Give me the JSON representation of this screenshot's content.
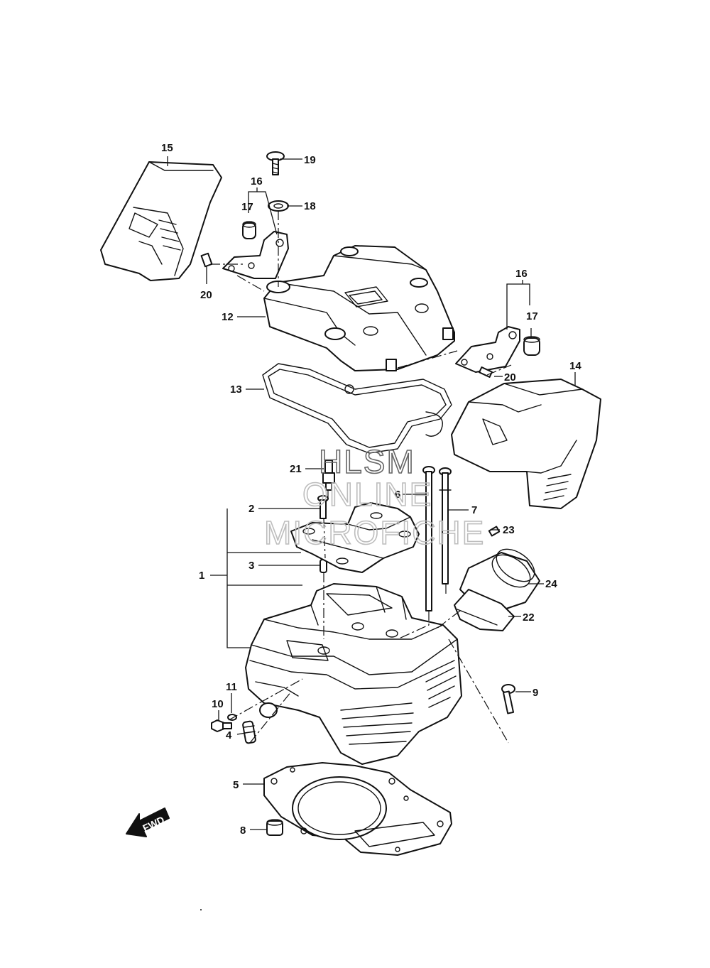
{
  "callouts": [
    "1",
    "2",
    "3",
    "4",
    "5",
    "6",
    "7",
    "8",
    "9",
    "10",
    "11",
    "12",
    "13",
    "14",
    "15",
    "16",
    "16",
    "17",
    "17",
    "18",
    "19",
    "20",
    "20",
    "21",
    "22",
    "23",
    "24"
  ],
  "watermark": {
    "line1": "HLSM",
    "line2": "ONLINE",
    "line3": "MICROFICHE"
  },
  "fwd_label": "FWD"
}
